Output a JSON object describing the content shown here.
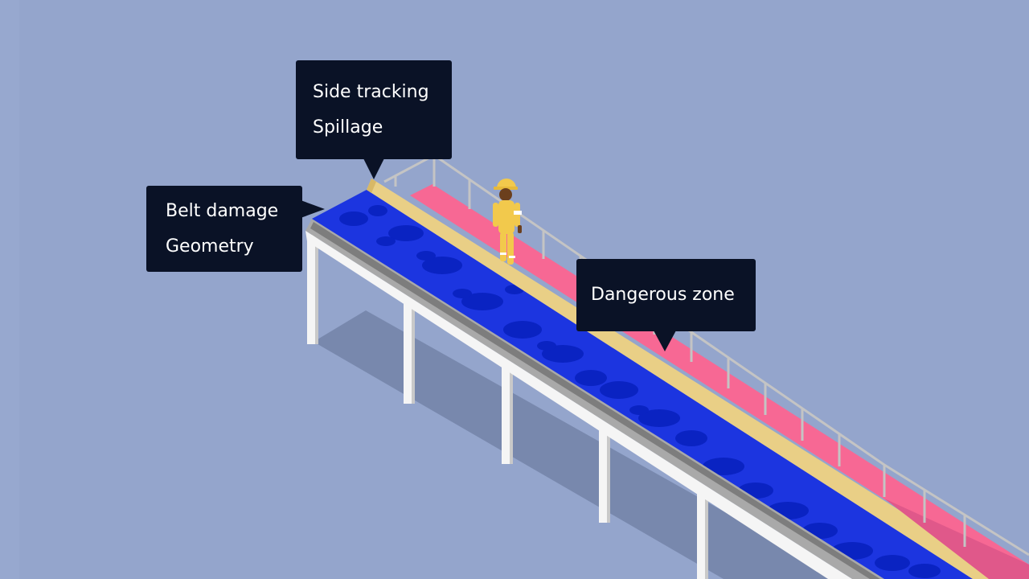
{
  "colors": {
    "background": "#94a5cc",
    "belt": "#1c35e0",
    "belt_pattern": "#0a23c2",
    "belt_edge": "#e9cf86",
    "dangerous_zone": "#f76894",
    "structure": "#f5f5f5",
    "shadow": "#7888ad",
    "callout": "#0a1226",
    "worker": "#f2c94c"
  },
  "callouts": {
    "side": {
      "line1": "Side tracking",
      "line2": "Spillage"
    },
    "belt": {
      "line1": "Belt damage",
      "line2": "Geometry"
    },
    "danger": {
      "line1": "Dangerous zone"
    }
  },
  "icons": {
    "worker": "worker-icon"
  }
}
